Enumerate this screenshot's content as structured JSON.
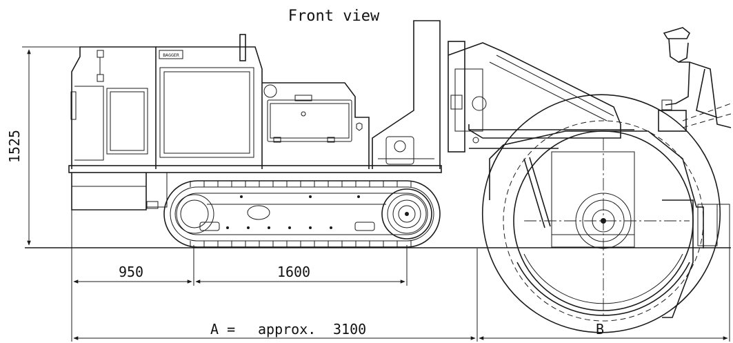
{
  "title": "Front view",
  "dimensions": {
    "height": "1525",
    "front_overhang": "950",
    "track_length": "1600",
    "length_a_prefix": "A =",
    "length_a_approx": "approx.",
    "length_a_value": "3100",
    "length_b": "B"
  },
  "brand_plate": "BAGGER"
}
